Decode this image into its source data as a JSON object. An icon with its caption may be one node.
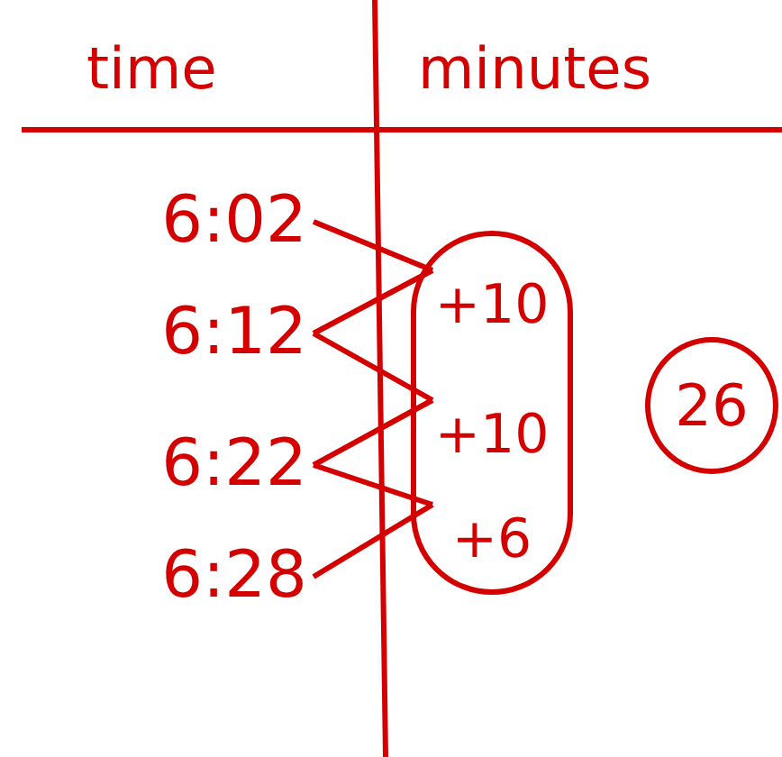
{
  "diagram": {
    "nodes": [
      {
        "text": [
          "6:02"
        ]
      },
      {
        "text": [
          "6:12"
        ]
      },
      {
        "text": [
          "6:22"
        ]
      },
      {
        "text": [
          "6:28"
        ]
      },
      {
        "text": [],
        "shape": "oval"
      },
      {
        "text": [
          "+10"
        ],
        "in": 4
      },
      {
        "text": [
          "+10"
        ],
        "in": 4
      },
      {
        "text": [
          "+6"
        ],
        "in": 4
      },
      {
        "text": [
          "26"
        ]
      }
    ],
    "edges": [
      {
        "from": 0,
        "to": 5,
        "arrow": "none"
      },
      {
        "from": 1,
        "to": 5,
        "arrow": "none"
      },
      {
        "from": 1,
        "to": 6,
        "arrow": "none"
      },
      {
        "from": 2,
        "to": 6,
        "arrow": "none"
      },
      {
        "from": 2,
        "to": 7,
        "arrow": "none"
      },
      {
        "from": 3,
        "to": 7,
        "arrow": "none"
      }
    ],
    "labels": [
      "time",
      "minutes"
    ]
  }
}
